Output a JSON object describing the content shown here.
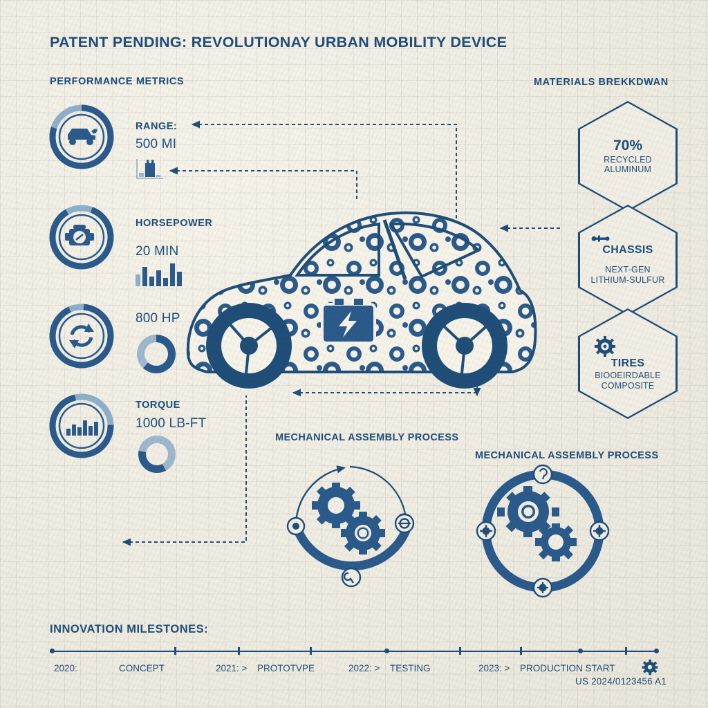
{
  "page": {
    "title": "PATENT PENDING: REVOLUTIONAY URBAN MOBILITY DEVICE",
    "patent_number": "US 2024/0123456 A1",
    "ink_color": "#1f4e79",
    "accent_light": "#8fb0cc",
    "paper_color": "#f1eee5"
  },
  "performance": {
    "heading": "PERFORMANCE METRICS",
    "metrics": [
      {
        "icon": "car-icon",
        "label": "RANGE:",
        "value": "500 MI",
        "chart": "factory-icon",
        "ring_progress": 80
      },
      {
        "icon": "engine-icon",
        "label": "HORSEPOWER",
        "value": "20 MIN",
        "chart": "bar-chart",
        "ring_progress": 86,
        "bars": [
          38,
          62,
          30,
          52,
          26,
          72,
          46
        ]
      },
      {
        "icon": "recycle-icon",
        "label": "",
        "value": "800 HP",
        "chart": "donut",
        "ring_progress": 92,
        "donut_value": 66
      },
      {
        "icon": "bar-chart-icon",
        "label": "TORQUE",
        "value": "1000 LB-FT",
        "chart": "donut",
        "ring_progress": 72,
        "donut_value": 42
      }
    ]
  },
  "materials": {
    "heading": "MATERIALS BREKKDWAN",
    "items": [
      {
        "icon": "",
        "big": "70%",
        "title": "RECYCLED",
        "subtitle": "ALUMINUM"
      },
      {
        "icon": "chassis-icon",
        "big": "",
        "title": "CHASSIS",
        "subtitle": "NEXT-GEN\nLITHIUM-SULFUR"
      },
      {
        "icon": "gear-icon",
        "big": "",
        "title": "TIRES",
        "subtitle": "BIOOEIRDABLE\nCOMPOSITE"
      }
    ]
  },
  "assembly_left": {
    "heading": "MECHANICAL ASSEMBLY PROCESS",
    "nodes": [
      "gear-node-icon",
      "target-node-icon",
      "wrench-node-icon"
    ]
  },
  "assembly_right": {
    "heading": "MECHANICAL ASSEMBLY PROCESS",
    "nodes": [
      "wrench-node-icon",
      "gear-node-icon",
      "gear-node-icon",
      "gear-node-icon"
    ]
  },
  "milestones": {
    "heading": "INNOVATION MILESTONES:",
    "end_icon": "gear-icon",
    "entries": [
      {
        "year": "2020:",
        "label": ""
      },
      {
        "year": "",
        "label": "CONCEPT"
      },
      {
        "year": "2021: >",
        "label": "PROTOTVPE"
      },
      {
        "year": "2022: >",
        "label": "TESTING"
      },
      {
        "year": "2023: >",
        "label": "PRODUCTION START"
      }
    ]
  },
  "vehicle": {
    "name": "gear-mosaic-car",
    "battery_badge": "battery-bolt-icon"
  }
}
